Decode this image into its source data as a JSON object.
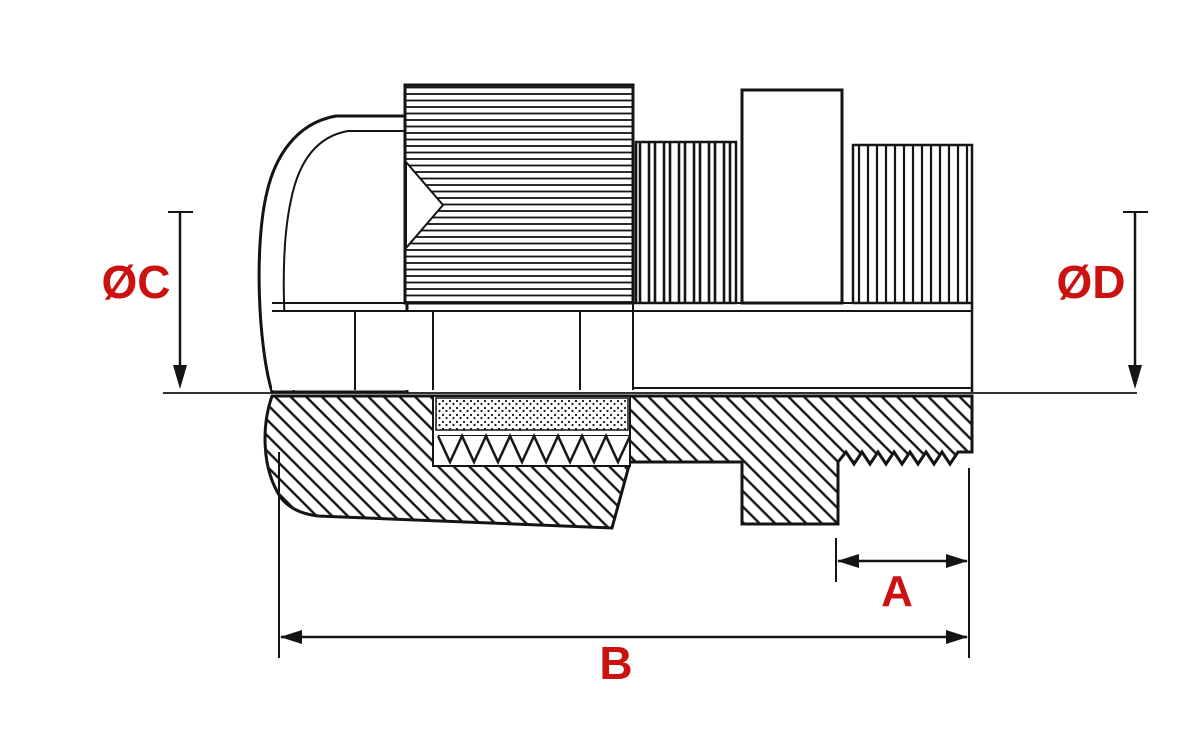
{
  "drawing": {
    "labels": {
      "diameter_c": "ØC",
      "diameter_d": "ØD",
      "dim_a": "A",
      "dim_b": "B"
    },
    "colors": {
      "label": "#cc1111",
      "line": "#141414",
      "background": "#ffffff"
    }
  }
}
